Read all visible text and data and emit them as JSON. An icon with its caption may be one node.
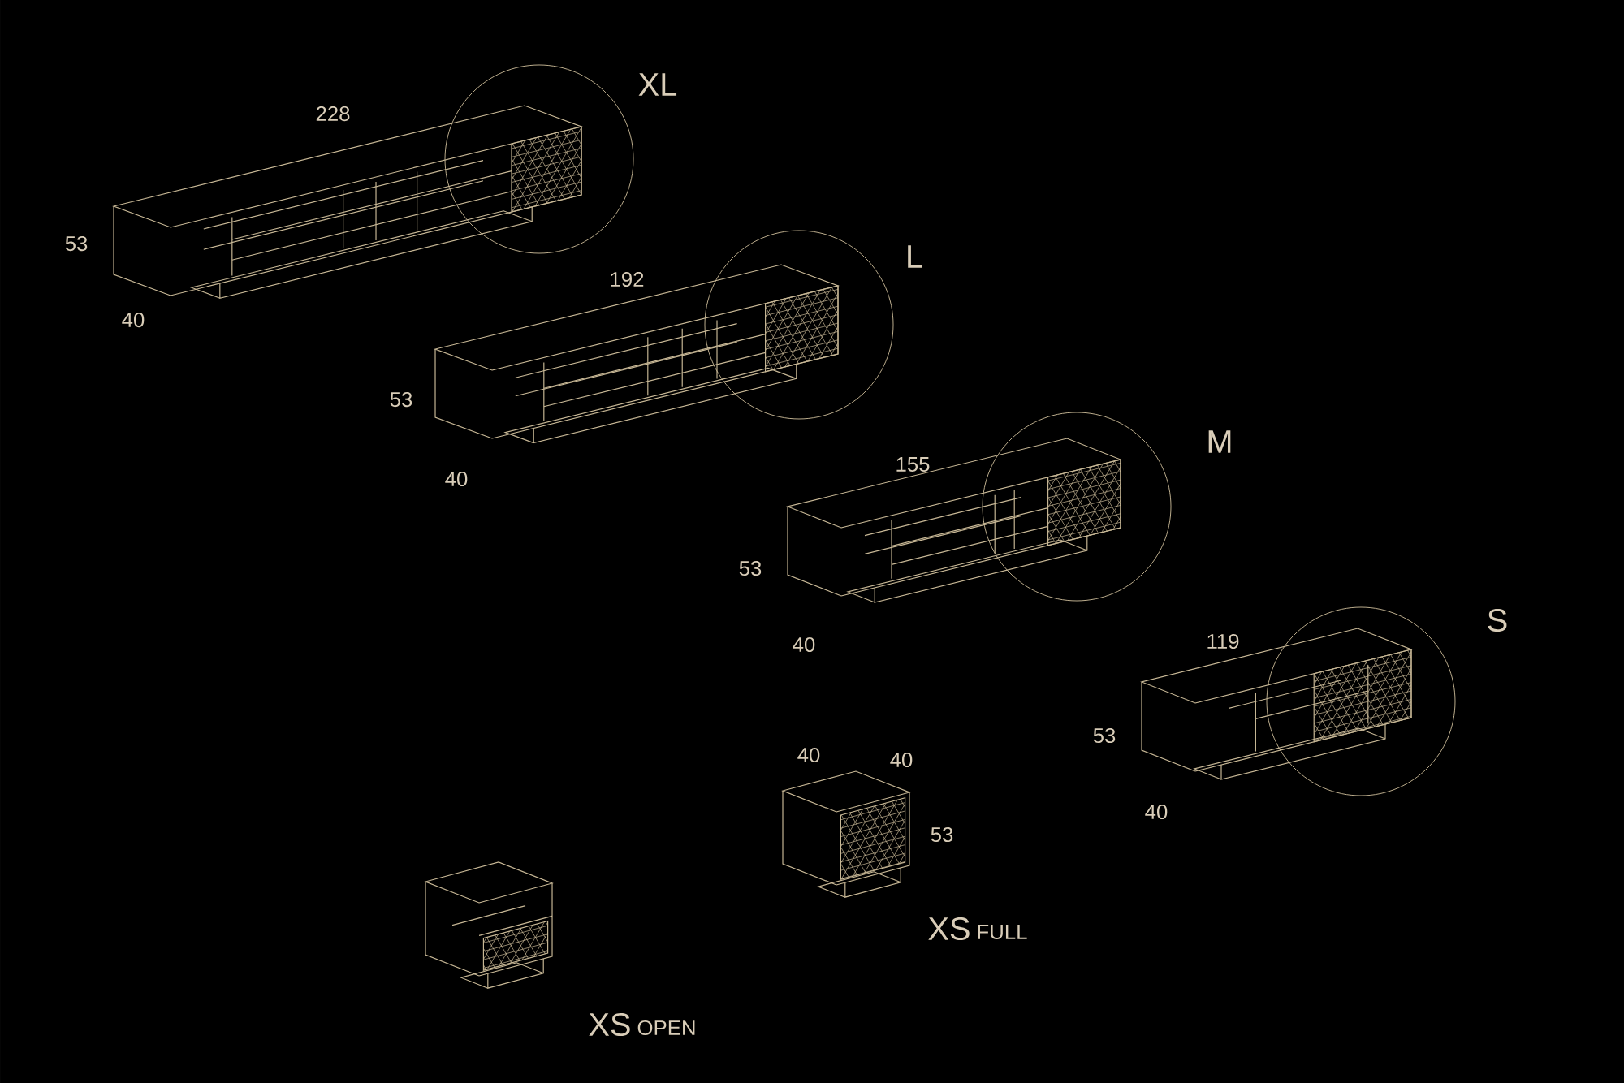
{
  "diagram": {
    "labels": [
      "XL",
      "228",
      "53",
      "40",
      "L",
      "192",
      "53",
      "40",
      "M",
      "155",
      "53",
      "40",
      "S",
      "119",
      "53",
      "40",
      "40",
      "40",
      "53",
      "XS",
      "FULL",
      "XS",
      "OPEN"
    ]
  }
}
